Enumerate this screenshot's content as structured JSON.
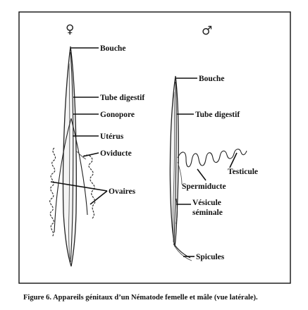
{
  "female": {
    "symbol": "♀",
    "labels": {
      "bouche": "Bouche",
      "tube_digestif": "Tube digestif",
      "gonopore": "Gonopore",
      "uterus": "Utérus",
      "oviducte": "Oviducte",
      "ovaires": "Ovaires"
    }
  },
  "male": {
    "symbol": "♂",
    "labels": {
      "bouche": "Bouche",
      "tube_digestif": "Tube digestif",
      "testicule": "Testicule",
      "spermiducte": "Spermiducte",
      "vesicule_line1": "Vésicule",
      "vesicule_line2": "séminale",
      "spicules": "Spicules"
    }
  },
  "caption": "Figure 6. Appareils génitaux d’un Nématode femelle et mâle (vue latérale)."
}
